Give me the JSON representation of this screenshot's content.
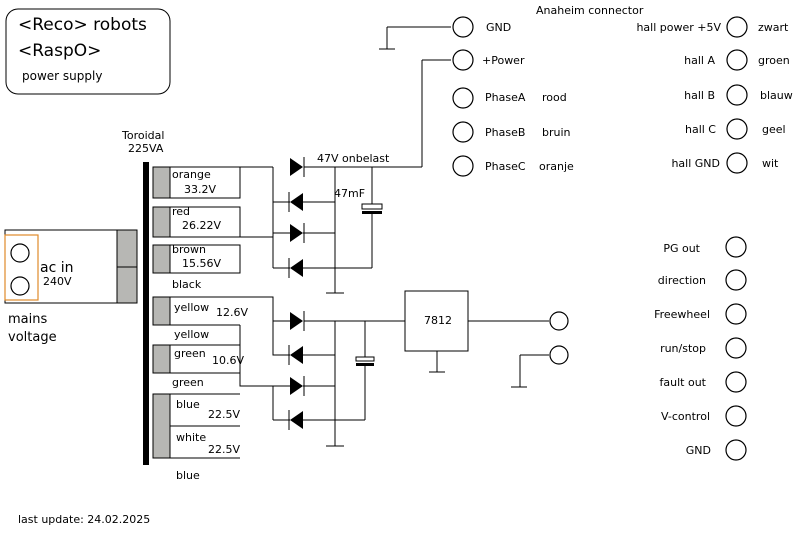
{
  "title_box": {
    "line1": "<Reco> robots",
    "line2": "<RaspO>",
    "line3": "power supply"
  },
  "mains": {
    "connector_label": "ac in",
    "voltage": "240V",
    "label_line1": "mains",
    "label_line2": "voltage"
  },
  "transformer": {
    "label_line1": "Toroidal",
    "label_line2": "225VA"
  },
  "windings": {
    "orange": "orange",
    "orange_v": "33.2V",
    "red": "red",
    "red_v": "26.22V",
    "brown": "brown",
    "brown_v": "15.56V",
    "black": "black",
    "yellow": "yellow",
    "yellow_v": "12.6V",
    "yellow2": "yellow",
    "green": "green",
    "green_v": "10.6V",
    "green2": "green",
    "blue": "blue",
    "blue_v": "22.5V",
    "white": "white",
    "white_v": "22.5V",
    "blue2": "blue"
  },
  "high_voltage": {
    "note": "47V onbelast",
    "note_color": "#e03030",
    "capacitor": "47mF"
  },
  "regulator": {
    "label": "7812"
  },
  "anaheim": {
    "title": "Anaheim connector",
    "gnd": "GND",
    "power": "+Power",
    "phase_a": "PhaseA",
    "phase_a_color": "rood",
    "phase_b": "PhaseB",
    "phase_b_color": "bruin",
    "phase_c": "PhaseC",
    "phase_c_color": "oranje"
  },
  "hall": [
    {
      "label": "hall power +5V",
      "color": "zwart"
    },
    {
      "label": "hall A",
      "color": "groen"
    },
    {
      "label": "hall B",
      "color": "blauw"
    },
    {
      "label": "hall C",
      "color": "geel"
    },
    {
      "label": "hall GND",
      "color": "wit"
    }
  ],
  "control": [
    {
      "label": "PG out"
    },
    {
      "label": "direction"
    },
    {
      "label": "Freewheel"
    },
    {
      "label": "run/stop"
    },
    {
      "label": "fault out"
    },
    {
      "label": "V-control"
    },
    {
      "label": "GND"
    }
  ],
  "footer": {
    "last_update": "last update: 24.02.2025"
  }
}
